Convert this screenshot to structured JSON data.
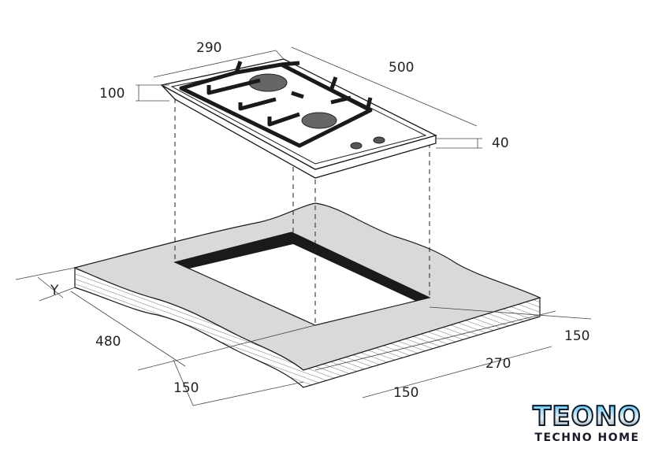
{
  "dimensions": {
    "hob_width": "290",
    "hob_depth": "500",
    "hob_height_top": "100",
    "hob_thickness": "40",
    "worktop_y": "Y",
    "cutout_depth": "480",
    "front_margin": "150",
    "cutout_width": "270",
    "right_margin": "150",
    "side_margin": "150"
  },
  "logo": {
    "brand": "TEONO",
    "tagline": "TECHNO HOME"
  },
  "colors": {
    "line": "#1a1a1a",
    "worktop": "#d9d9d9",
    "burner": "#666666"
  }
}
